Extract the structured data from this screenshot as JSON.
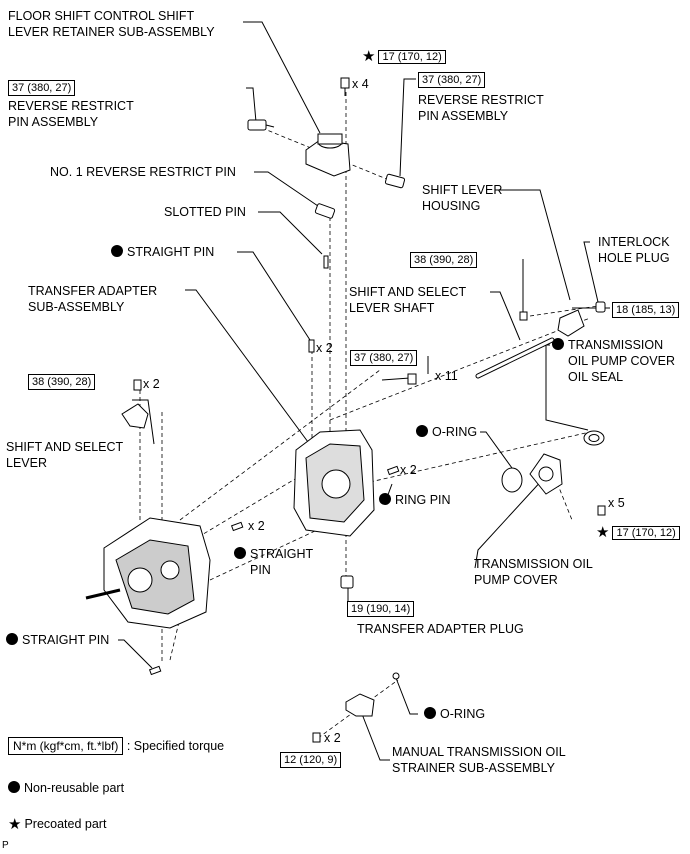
{
  "parts": {
    "floor_shift_retainer": [
      "FLOOR SHIFT CONTROL SHIFT",
      "LEVER RETAINER SUB-ASSEMBLY"
    ],
    "reverse_restrict_left": [
      "REVERSE RESTRICT",
      "PIN ASSEMBLY"
    ],
    "reverse_restrict_right": [
      "REVERSE RESTRICT",
      "PIN ASSEMBLY"
    ],
    "no1_reverse_restrict_pin": "NO. 1 REVERSE RESTRICT PIN",
    "slotted_pin": "SLOTTED PIN",
    "straight_pin_top": "STRAIGHT PIN",
    "transfer_adapter": [
      "TRANSFER ADAPTER",
      "SUB-ASSEMBLY"
    ],
    "shift_lever_housing": [
      "SHIFT LEVER",
      "HOUSING"
    ],
    "interlock_hole_plug": [
      "INTERLOCK",
      "HOLE PLUG"
    ],
    "shift_select_lever_shaft": [
      "SHIFT AND SELECT",
      "LEVER SHAFT"
    ],
    "oil_pump_cover_seal": [
      "TRANSMISSION",
      "OIL PUMP COVER",
      "OIL SEAL"
    ],
    "shift_select_lever": [
      "SHIFT AND SELECT",
      "LEVER"
    ],
    "o_ring_mid": "O-RING",
    "ring_pin": "RING PIN",
    "straight_pin_mid": [
      "STRAIGHT",
      "PIN"
    ],
    "oil_pump_cover": [
      "TRANSMISSION OIL",
      "PUMP COVER"
    ],
    "straight_pin_bottom": "STRAIGHT PIN",
    "transfer_adapter_plug": "TRANSFER ADAPTER PLUG",
    "o_ring_bottom": "O-RING",
    "oil_strainer": [
      "MANUAL TRANSMISSION OIL",
      "STRAINER SUB-ASSEMBLY"
    ]
  },
  "torques": {
    "t_top_precoat": "17 (170, 12)",
    "t_rr_left": "37 (380, 27)",
    "t_rr_right": "37 (380, 27)",
    "t_housing": "38 (390, 28)",
    "t_interlock": "18 (185, 13)",
    "t_case_bolts": "37 (380, 27)",
    "t_lever": "38 (390, 28)",
    "t_pump_precoat": "17 (170, 12)",
    "t_plug": "19 (190, 14)",
    "t_strainer": "12 (120, 9)"
  },
  "quantities": {
    "q_top_bolts": "x 4",
    "q_straight_pin_top": "x 2",
    "q_case_bolts": "x 11",
    "q_lever": "x 2",
    "q_ring_pin": "x 2",
    "q_pump_bolts": "x 5",
    "q_straight_pin_mid": "x 2",
    "q_strainer": "x 2"
  },
  "legend": {
    "torque_box": "N*m (kgf*cm, ft.*lbf)",
    "torque_desc": ": Specified torque",
    "non_reusable": "Non-reusable part",
    "precoated": "Precoated part"
  },
  "corner_mark": "P"
}
